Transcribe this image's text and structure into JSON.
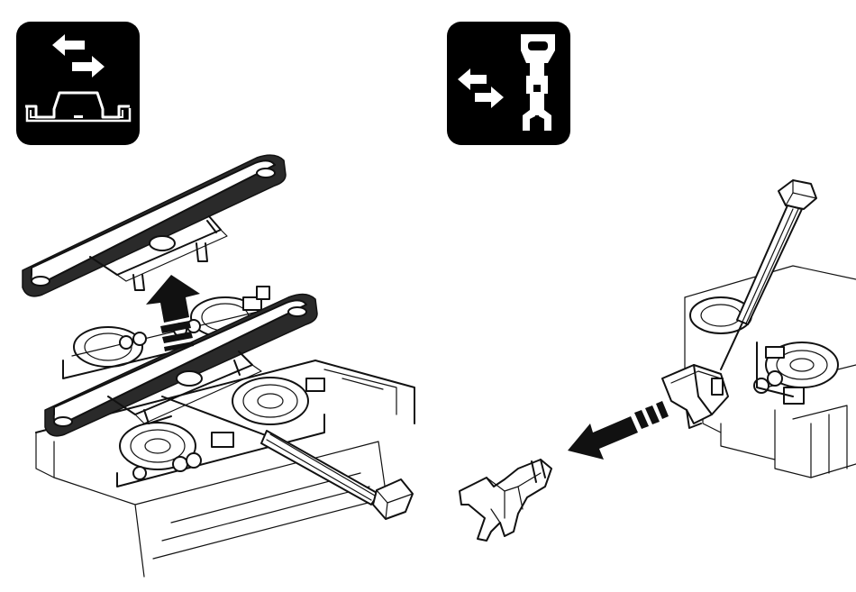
{
  "icons": [
    {
      "name": "exchange-buffer-icon",
      "color": "#000000"
    },
    {
      "name": "exchange-coupler-icon",
      "color": "#000000"
    }
  ],
  "illustrations": [
    {
      "name": "bogie-buffer-removal-illustration"
    },
    {
      "name": "coupler-removal-illustration"
    }
  ],
  "arrows": [
    {
      "name": "lift-arrow-icon",
      "direction": "up"
    },
    {
      "name": "pull-out-arrow-icon",
      "direction": "down-left"
    }
  ],
  "colors": {
    "ink": "#111111",
    "background": "#ffffff"
  }
}
